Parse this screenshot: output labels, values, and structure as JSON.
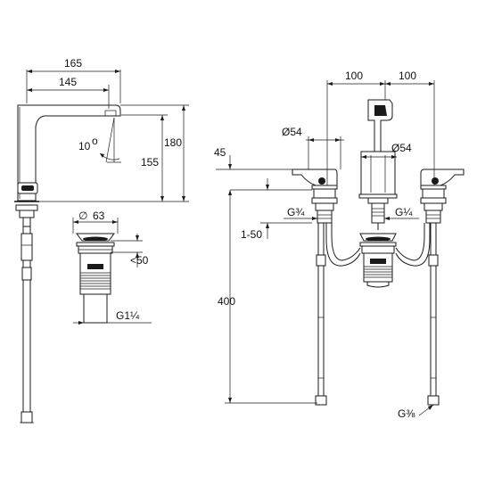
{
  "dimensions": {
    "side_width_outer": "165",
    "side_width_inner": "145",
    "side_height_total": "180",
    "side_height_spout": "155",
    "side_angle": "10",
    "side_angle_unit": "o",
    "waste_diameter_sym": "∅",
    "waste_diameter": "63",
    "waste_height": "<50",
    "waste_thread": "G1¼",
    "front_spacing_left": "100",
    "front_spacing_right": "100",
    "front_handle_diam": "Ø54",
    "front_spout_diam": "Ø54",
    "front_offset": "45",
    "front_range": "1-50",
    "front_thread_left": "G¾",
    "front_thread_right": "G¼",
    "front_hose_length": "400",
    "front_hose_thread": "G⅜"
  }
}
